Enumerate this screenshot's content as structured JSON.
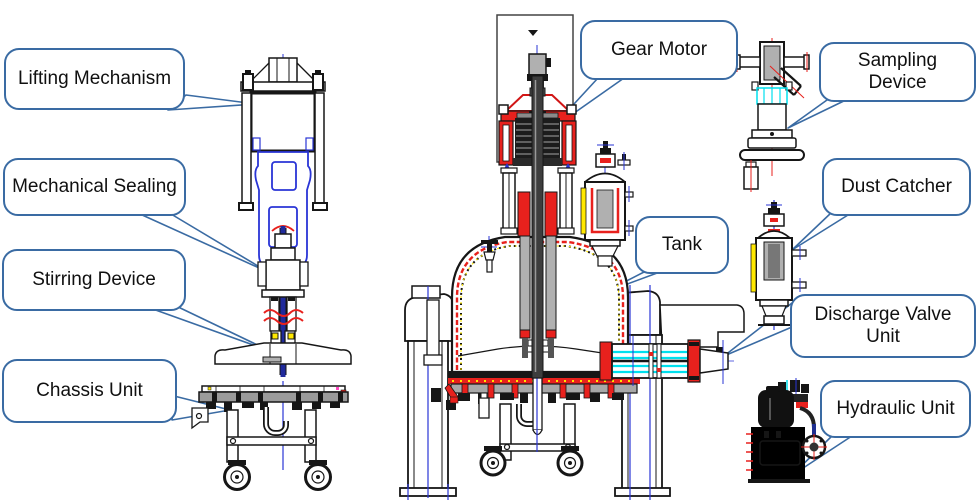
{
  "figure": {
    "description": "Labeled engineering cross-section diagram of an agitated tank machine with component callouts"
  },
  "colors": {
    "callout_border": "#3a6ba3",
    "leader_line": "#3a6ba3",
    "drawing_ink": "#161616",
    "drawing_red": "#e8211d",
    "drawing_blue": "#2a35d6",
    "drawing_cyan": "#00e0ee",
    "drawing_yellow": "#ffe800",
    "drawing_magenta": "#ff49c1",
    "drawing_gray": "#b0b0b0"
  },
  "callouts": [
    {
      "id": "lifting-mechanism",
      "label": "Lifting Mechanism"
    },
    {
      "id": "mechanical-sealing",
      "label": "Mechanical Sealing"
    },
    {
      "id": "stirring-device",
      "label": "Stirring Device"
    },
    {
      "id": "chassis-unit",
      "label": "Chassis Unit"
    },
    {
      "id": "gear-motor",
      "label": "Gear Motor"
    },
    {
      "id": "tank",
      "label": "Tank"
    },
    {
      "id": "sampling-device",
      "label": "Sampling Device"
    },
    {
      "id": "dust-catcher",
      "label": "Dust Catcher"
    },
    {
      "id": "discharge-valve-unit",
      "label": "Discharge Valve Unit"
    },
    {
      "id": "hydraulic-unit",
      "label": "Hydraulic Unit"
    }
  ]
}
